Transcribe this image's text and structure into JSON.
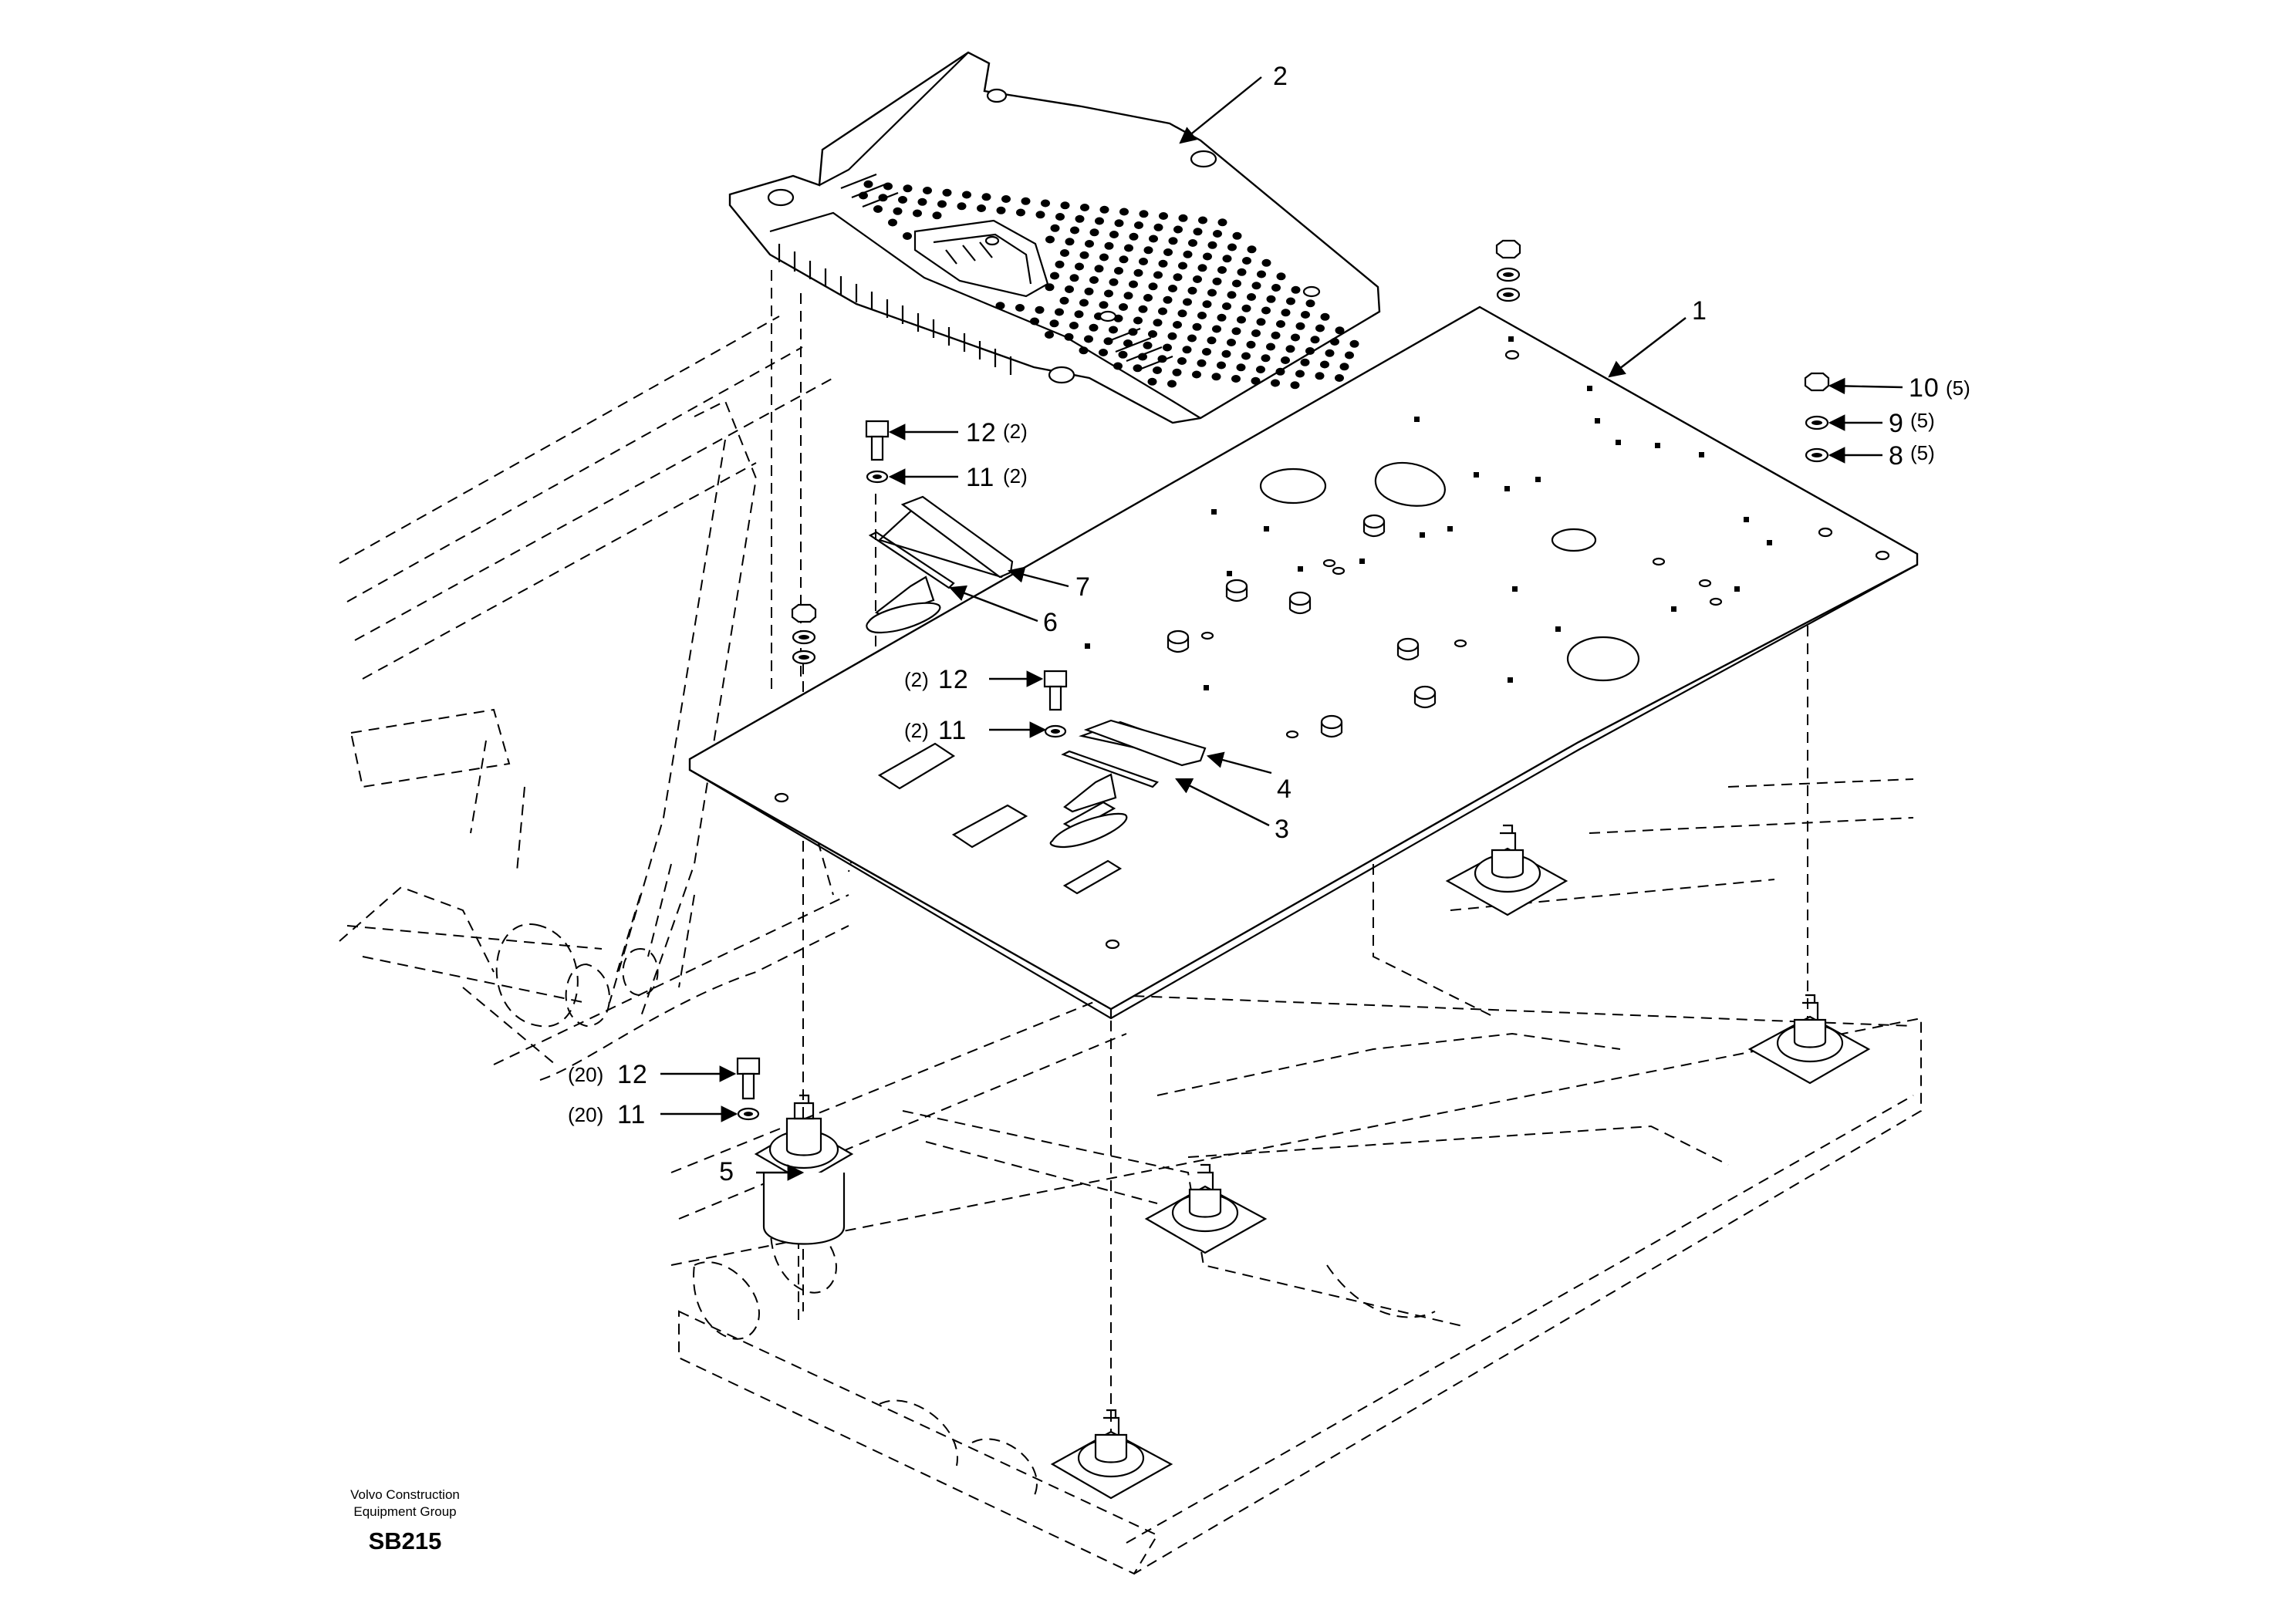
{
  "callouts": [
    {
      "id": "c1",
      "number": "1",
      "qty": ""
    },
    {
      "id": "c2",
      "number": "2",
      "qty": ""
    },
    {
      "id": "c3",
      "number": "3",
      "qty": ""
    },
    {
      "id": "c4",
      "number": "4",
      "qty": ""
    },
    {
      "id": "c5",
      "number": "5",
      "qty": ""
    },
    {
      "id": "c6",
      "number": "6",
      "qty": ""
    },
    {
      "id": "c7",
      "number": "7",
      "qty": ""
    },
    {
      "id": "c8",
      "number": "8",
      "qty": "(5)"
    },
    {
      "id": "c9",
      "number": "9",
      "qty": "(5)"
    },
    {
      "id": "c10",
      "number": "10",
      "qty": "(5)"
    },
    {
      "id": "c11a",
      "number": "11",
      "qty": "(2)"
    },
    {
      "id": "c12a",
      "number": "12",
      "qty": "(2)"
    },
    {
      "id": "c11b",
      "number": "11",
      "qty": "(2)"
    },
    {
      "id": "c12b",
      "number": "12",
      "qty": "(2)"
    },
    {
      "id": "c11c",
      "number": "11",
      "qty": "(20)"
    },
    {
      "id": "c12c",
      "number": "12",
      "qty": "(20)"
    }
  ],
  "footer": {
    "company_line1": "Volvo Construction",
    "company_line2": "Equipment Group",
    "drawing_code": "SB215"
  }
}
